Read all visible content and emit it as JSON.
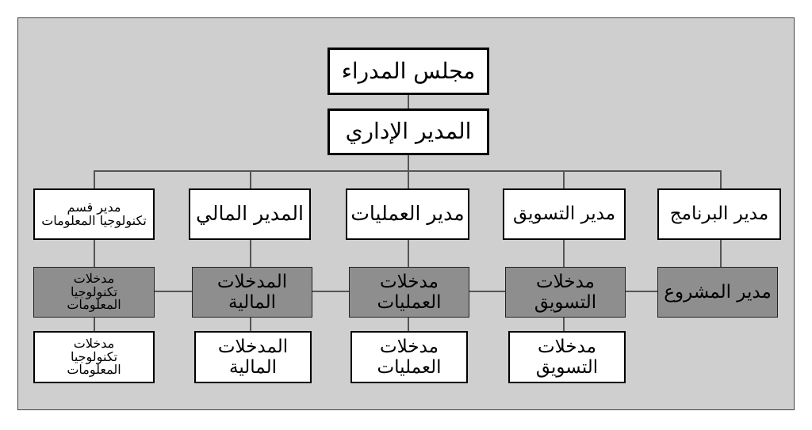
{
  "chart": {
    "board": "مجلس المدراء",
    "md": "المدير الإداري",
    "managers": {
      "it": "مدير قسم\nتكنولوجيا المعلومات",
      "finance": "المدير المالي",
      "operations": "مدير العمليات",
      "marketing": "مدير التسويق",
      "program": "مدير البرنامج"
    },
    "inputs_grey": {
      "it": "مدخلات\nتكنولوجيا\nالمعلومات",
      "finance": "المدخلات\nالمالية",
      "operations": "مدخلات\nالعمليات",
      "marketing": "مدخلات\nالتسويق",
      "project": "مدير المشروع"
    },
    "inputs_white": {
      "it": "مدخلات\nتكنولوجيا\nالمعلومات",
      "finance": "المدخلات\nالمالية",
      "operations": "مدخلات\nالعمليات",
      "marketing": "مدخلات\nالتسويق"
    }
  },
  "colors": {
    "background": "#cfcfd0",
    "dark_box": "#8e8e8e",
    "white_box": "#ffffff"
  }
}
